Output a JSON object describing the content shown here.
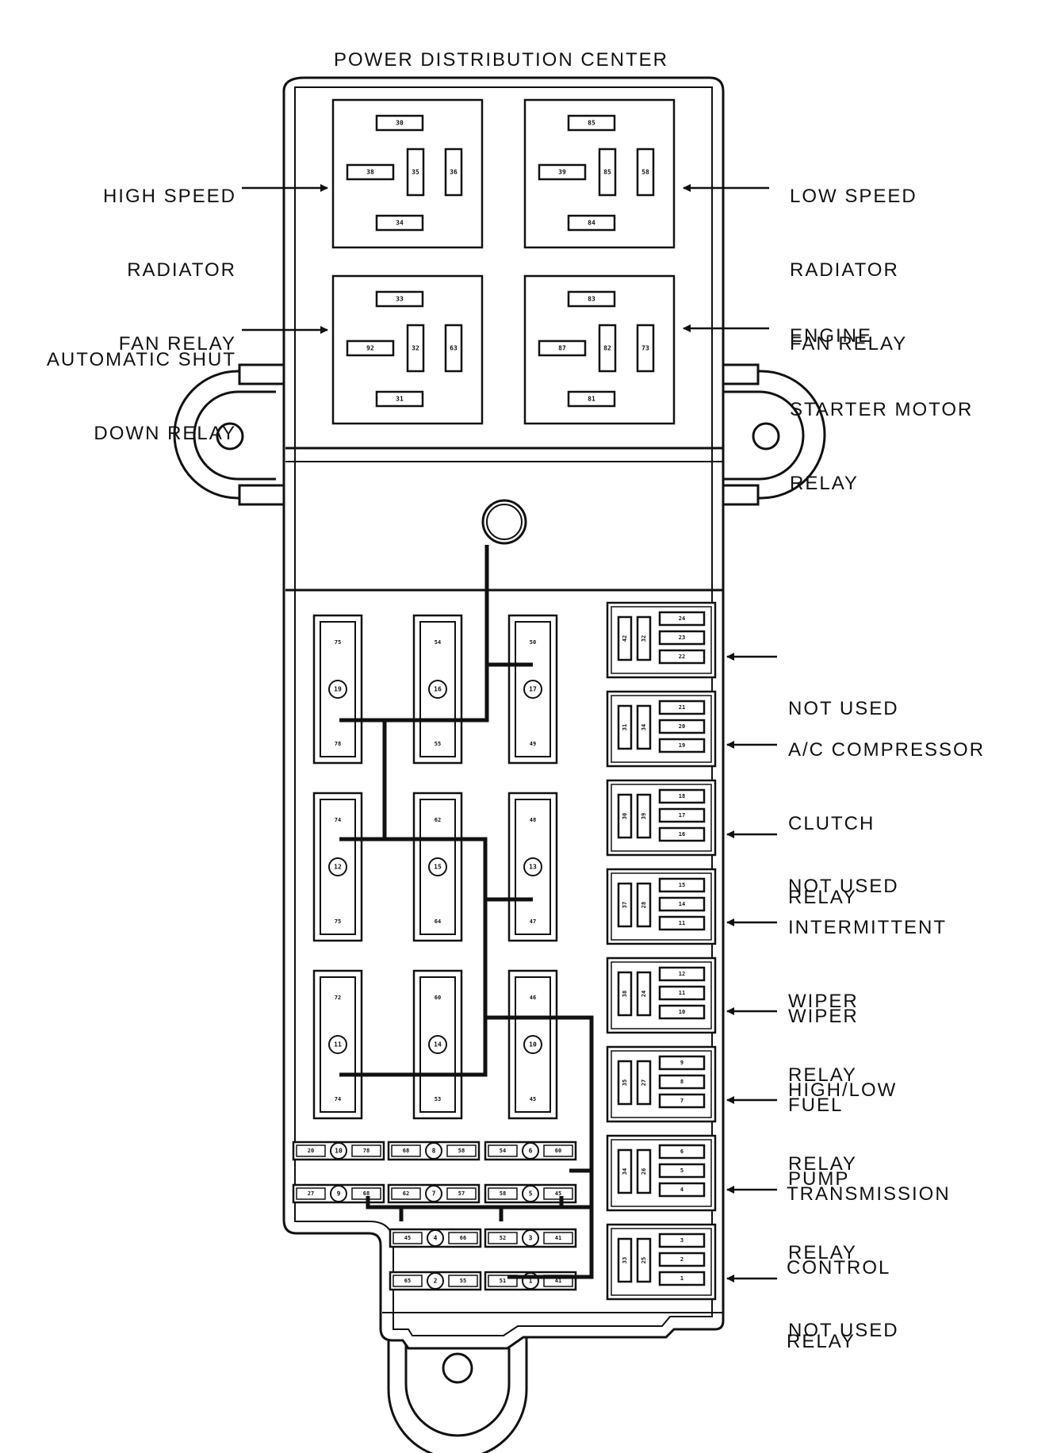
{
  "title": "POWER DISTRIBUTION CENTER",
  "colors": {
    "line": "#111111",
    "background": "#ffffff"
  },
  "callouts_left": [
    {
      "id": "high-speed-radiator-fan-relay",
      "lines": [
        "HIGH SPEED",
        "RADIATOR",
        "FAN RELAY"
      ]
    },
    {
      "id": "automatic-shut-down-relay",
      "lines": [
        "AUTOMATIC SHUT",
        "DOWN RELAY"
      ]
    }
  ],
  "callouts_right": [
    {
      "id": "low-speed-radiator-fan-relay",
      "lines": [
        "LOW SPEED",
        "RADIATOR",
        "FAN RELAY"
      ]
    },
    {
      "id": "engine-starter-motor-relay",
      "lines": [
        "ENGINE",
        "STARTER MOTOR",
        "RELAY"
      ]
    },
    {
      "id": "not-used-1",
      "lines": [
        "NOT USED"
      ]
    },
    {
      "id": "ac-compressor-clutch-relay",
      "lines": [
        "A/C COMPRESSOR",
        "CLUTCH",
        "RELAY"
      ]
    },
    {
      "id": "not-used-2",
      "lines": [
        "NOT USED"
      ]
    },
    {
      "id": "intermittent-wiper-relay",
      "lines": [
        "INTERMITTENT",
        "WIPER",
        "RELAY"
      ]
    },
    {
      "id": "wiper-high-low-relay",
      "lines": [
        "WIPER",
        "HIGH/LOW",
        "RELAY"
      ]
    },
    {
      "id": "fuel-pump-relay",
      "lines": [
        "FUEL",
        "PUMP",
        "RELAY"
      ]
    },
    {
      "id": "transmission-control-relay",
      "lines": [
        "TRANSMISSION",
        "CONTROL",
        "RELAY"
      ]
    },
    {
      "id": "not-used-3",
      "lines": [
        "NOT USED"
      ]
    }
  ],
  "large_relays": [
    {
      "id": "relay-top-left",
      "pins": [
        "30",
        "38",
        "35",
        "36",
        "34"
      ]
    },
    {
      "id": "relay-top-right",
      "pins": [
        "85",
        "39",
        "85",
        "58",
        "84"
      ]
    },
    {
      "id": "relay-mid-left",
      "pins": [
        "33",
        "92",
        "32",
        "63",
        "31"
      ]
    },
    {
      "id": "relay-mid-right",
      "pins": [
        "83",
        "87",
        "82",
        "73",
        "81"
      ]
    }
  ],
  "maxi_fuses": [
    {
      "id": "fuse-19",
      "top": "75",
      "num": "19",
      "bottom": "78"
    },
    {
      "id": "fuse-16",
      "top": "54",
      "num": "16",
      "bottom": "55"
    },
    {
      "id": "fuse-17",
      "top": "50",
      "num": "17",
      "bottom": "49"
    },
    {
      "id": "fuse-12",
      "top": "74",
      "num": "12",
      "bottom": "75"
    },
    {
      "id": "fuse-15",
      "top": "62",
      "num": "15",
      "bottom": "64"
    },
    {
      "id": "fuse-13",
      "top": "48",
      "num": "13",
      "bottom": "47"
    },
    {
      "id": "fuse-11",
      "top": "72",
      "num": "11",
      "bottom": "74"
    },
    {
      "id": "fuse-14",
      "top": "60",
      "num": "14",
      "bottom": "53"
    },
    {
      "id": "fuse-10",
      "top": "46",
      "num": "10",
      "bottom": "45"
    }
  ],
  "mini_fuses": [
    {
      "id": "mini-10",
      "left": "20",
      "num": "10",
      "right": "78"
    },
    {
      "id": "mini-8",
      "left": "68",
      "num": "8",
      "right": "58"
    },
    {
      "id": "mini-6",
      "left": "54",
      "num": "6",
      "right": "60"
    },
    {
      "id": "mini-9",
      "left": "27",
      "num": "9",
      "right": "68"
    },
    {
      "id": "mini-7",
      "left": "62",
      "num": "7",
      "right": "57"
    },
    {
      "id": "mini-5",
      "left": "58",
      "num": "5",
      "right": "45"
    },
    {
      "id": "mini-4",
      "left": "45",
      "num": "4",
      "right": "66"
    },
    {
      "id": "mini-3",
      "left": "52",
      "num": "3",
      "right": "41"
    },
    {
      "id": "mini-2",
      "left": "65",
      "num": "2",
      "right": "55"
    },
    {
      "id": "mini-1",
      "left": "51",
      "num": "1",
      "right": "41"
    }
  ],
  "small_relays": [
    {
      "id": "small-relay-1",
      "vert": [
        "42",
        "32"
      ],
      "horz": [
        "24",
        "23",
        "22"
      ]
    },
    {
      "id": "small-relay-2",
      "vert": [
        "31",
        "34"
      ],
      "horz": [
        "21",
        "20",
        "19"
      ]
    },
    {
      "id": "small-relay-3",
      "vert": [
        "30",
        "39"
      ],
      "horz": [
        "18",
        "17",
        "16"
      ]
    },
    {
      "id": "small-relay-4",
      "vert": [
        "37",
        "28"
      ],
      "horz": [
        "15",
        "14",
        "11"
      ]
    },
    {
      "id": "small-relay-5",
      "vert": [
        "38",
        "24"
      ],
      "horz": [
        "12",
        "11",
        "10"
      ]
    },
    {
      "id": "small-relay-6",
      "vert": [
        "35",
        "27"
      ],
      "horz": [
        "9",
        "8",
        "7"
      ]
    },
    {
      "id": "small-relay-7",
      "vert": [
        "34",
        "26"
      ],
      "horz": [
        "6",
        "5",
        "4"
      ]
    },
    {
      "id": "small-relay-8",
      "vert": [
        "33",
        "25"
      ],
      "horz": [
        "3",
        "2",
        "1"
      ]
    }
  ]
}
